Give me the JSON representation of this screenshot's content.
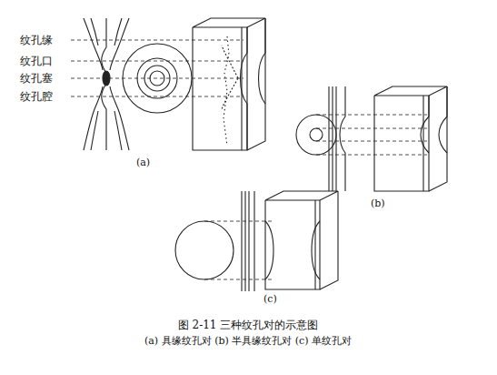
{
  "diagram": {
    "caption": "图 2-11 三种纹孔对的示意图",
    "labels": [
      "纹孔缘",
      "纹孔口",
      "纹孔塞",
      "纹孔腔",
      "(a)",
      "(b)",
      "(c)",
      "(a) 具缘纹孔对 (b) 半具缘纹孔对 (c) 单纹孔对"
    ]
  }
}
